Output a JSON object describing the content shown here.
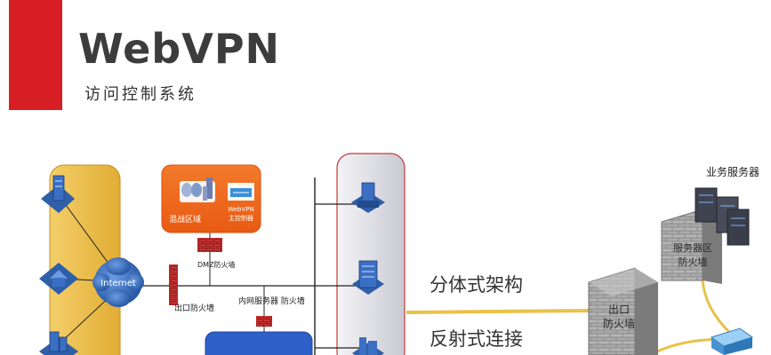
{
  "header": {
    "title": "WebVPN",
    "subtitle": "访问控制系统"
  },
  "diagram": {
    "internet_label": "Internet",
    "mixed_zone_label": "混战区域",
    "webvpn_gateway_line1": "WebVPN",
    "webvpn_gateway_line2": "主控制器",
    "dmz_firewall_label": "DMZ防火墙",
    "exit_firewall_label": "出口防火墙",
    "intranet_server_label": "内网服务器 防火墙",
    "distributed_label": "分体式架构",
    "reverse_label": "反射式连接",
    "exit_wall_label_line1": "出口",
    "exit_wall_label_line2": "防火墙",
    "service_zone_label_line1": "服务器区",
    "service_zone_label_line2": "防火墙",
    "business_servers_label": "业务服务器",
    "colors": {
      "accent_red": "#d81e25",
      "zone_yellow": "#eabb45",
      "zone_orange": "#f06b1e",
      "zone_blue": "#2f5fc9",
      "link_yellow": "#e8c24a",
      "globe_blue": "#2d63b8"
    }
  }
}
